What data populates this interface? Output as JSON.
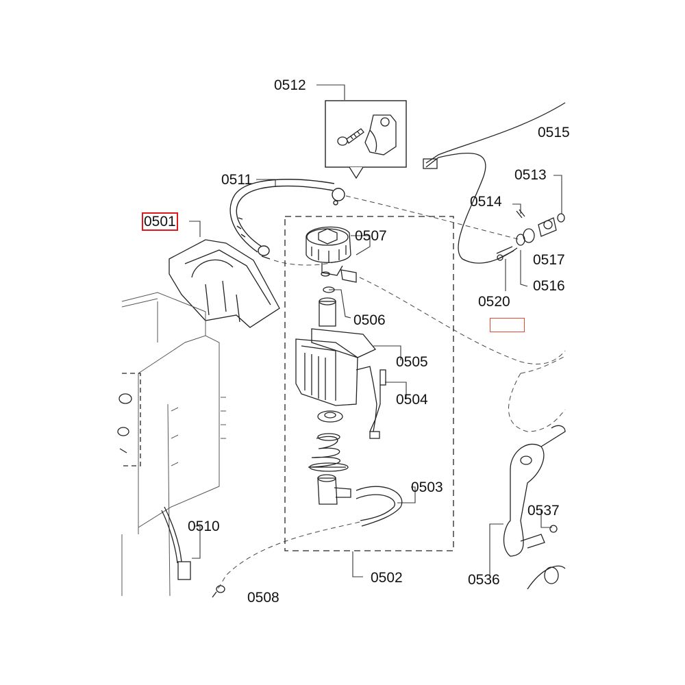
{
  "labels": {
    "p0501": "0501",
    "p0502": "0502",
    "p0503": "0503",
    "p0504": "0504",
    "p0505": "0505",
    "p0506": "0506",
    "p0507": "0507",
    "p0508": "0508",
    "p0510": "0510",
    "p0511": "0511",
    "p0512": "0512",
    "p0513": "0513",
    "p0514": "0514",
    "p0515": "0515",
    "p0516": "0516",
    "p0517": "0517",
    "p0520": "0520",
    "p0536": "0536",
    "p0537": "0537"
  },
  "highlight": {
    "selected_part": "0501",
    "selected_color": "#e0161b",
    "empty_box_color": "#e8472f"
  }
}
